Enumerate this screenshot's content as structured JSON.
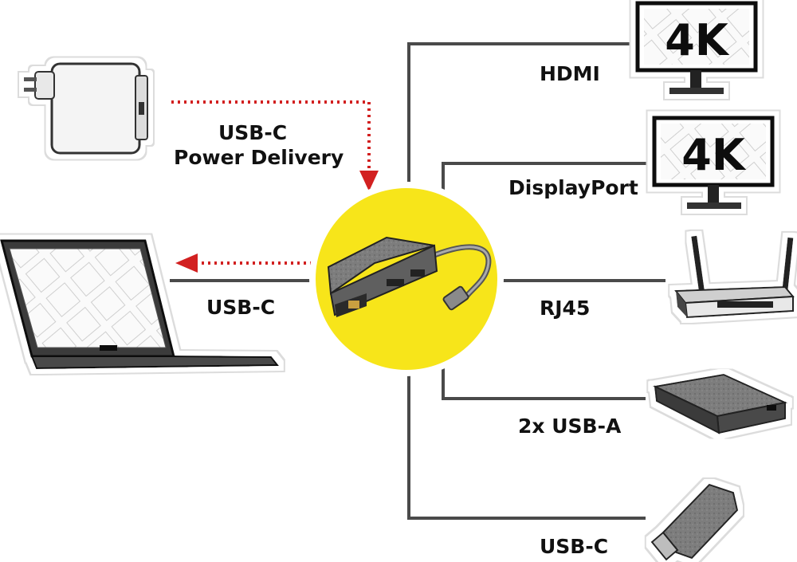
{
  "labels": {
    "power": [
      "USB-C",
      "Power Delivery"
    ],
    "laptop": "USB-C",
    "hdmi": "HDMI",
    "displayport": "DisplayPort",
    "rj45": "RJ45",
    "usba": "2x USB-A",
    "usbc": "USB-C"
  },
  "monitor_text": [
    "4K",
    "4K"
  ],
  "colors": {
    "hub_circle": "#f7e51a",
    "arrow": "#d22020",
    "line": "#333333",
    "sticker_outline": "#e3e3e3"
  },
  "icons": [
    "power-adapter-icon",
    "laptop-icon",
    "monitor-icon",
    "router-icon",
    "external-drive-icon",
    "usb-c-adapter-icon",
    "usb-c-hub-icon"
  ]
}
